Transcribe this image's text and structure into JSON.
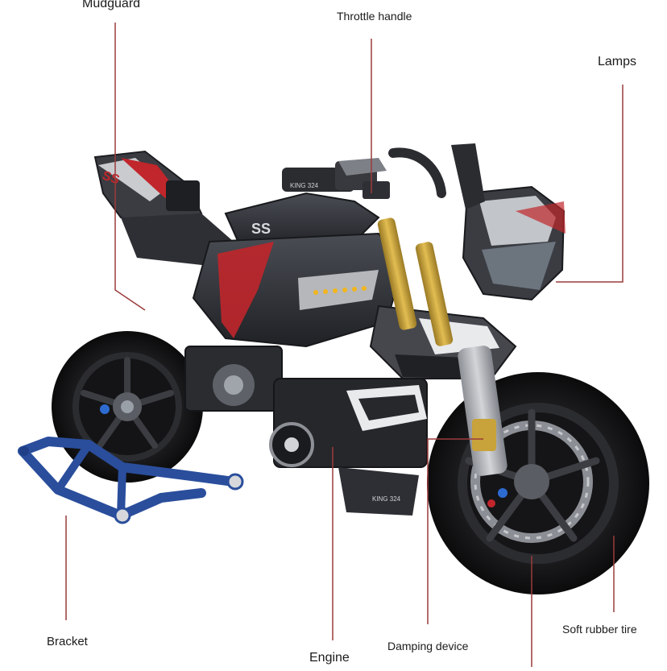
{
  "diagram": {
    "labels": {
      "mudguard": "Mudguard",
      "throttle_handle": "Throttle handle",
      "lamps": "Lamps",
      "bracket": "Bracket",
      "engine": "Engine",
      "damping_device": "Damping device",
      "soft_rubber_tire": "Soft rubber tire"
    },
    "decals": {
      "tank_badge": "SS",
      "tail_badge": "SS",
      "model_tag_upper": "KING 324",
      "model_tag_lower": "KING 324"
    },
    "colors": {
      "leader_line": "#9b3b3b",
      "label_text": "#1b1b1b",
      "stand": "#2a4e9c",
      "fork": "#c8a23a",
      "body_dark": "#2a2c30",
      "accent_red": "#c0262b"
    }
  }
}
